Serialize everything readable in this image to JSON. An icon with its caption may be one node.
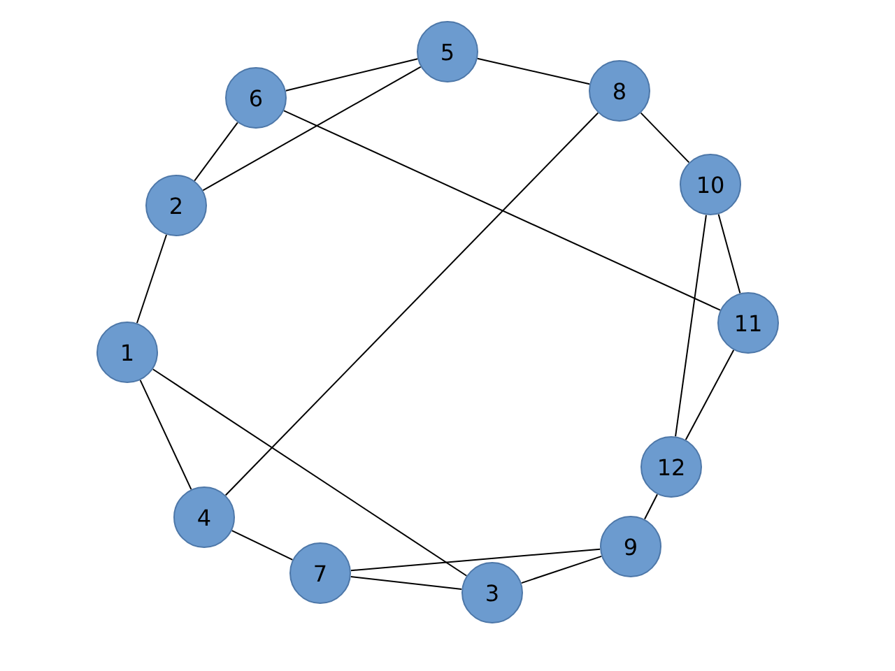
{
  "diagram": {
    "nodes": [
      {
        "text": [
          "1"
        ]
      },
      {
        "text": [
          "2"
        ]
      },
      {
        "text": [
          "3"
        ]
      },
      {
        "text": [
          "4"
        ]
      },
      {
        "text": [
          "5"
        ]
      },
      {
        "text": [
          "6"
        ]
      },
      {
        "text": [
          "7"
        ]
      },
      {
        "text": [
          "8"
        ]
      },
      {
        "text": [
          "9"
        ]
      },
      {
        "text": [
          "10"
        ]
      },
      {
        "text": [
          "11"
        ]
      },
      {
        "text": [
          "12"
        ]
      }
    ],
    "edges": [
      {
        "from": 0,
        "to": 1,
        "arrow": "none"
      },
      {
        "from": 0,
        "to": 3,
        "arrow": "none"
      },
      {
        "from": 0,
        "to": 2,
        "arrow": "none"
      },
      {
        "from": 1,
        "to": 5,
        "arrow": "none"
      },
      {
        "from": 1,
        "to": 4,
        "arrow": "none"
      },
      {
        "from": 5,
        "to": 4,
        "arrow": "none"
      },
      {
        "from": 5,
        "to": 10,
        "arrow": "none"
      },
      {
        "from": 4,
        "to": 7,
        "arrow": "none"
      },
      {
        "from": 7,
        "to": 9,
        "arrow": "none"
      },
      {
        "from": 7,
        "to": 3,
        "arrow": "none"
      },
      {
        "from": 9,
        "to": 10,
        "arrow": "none"
      },
      {
        "from": 9,
        "to": 11,
        "arrow": "none"
      },
      {
        "from": 10,
        "to": 11,
        "arrow": "none"
      },
      {
        "from": 11,
        "to": 8,
        "arrow": "none"
      },
      {
        "from": 8,
        "to": 6,
        "arrow": "none"
      },
      {
        "from": 8,
        "to": 2,
        "arrow": "none"
      },
      {
        "from": 6,
        "to": 2,
        "arrow": "none"
      },
      {
        "from": 3,
        "to": 6,
        "arrow": "none"
      }
    ]
  }
}
